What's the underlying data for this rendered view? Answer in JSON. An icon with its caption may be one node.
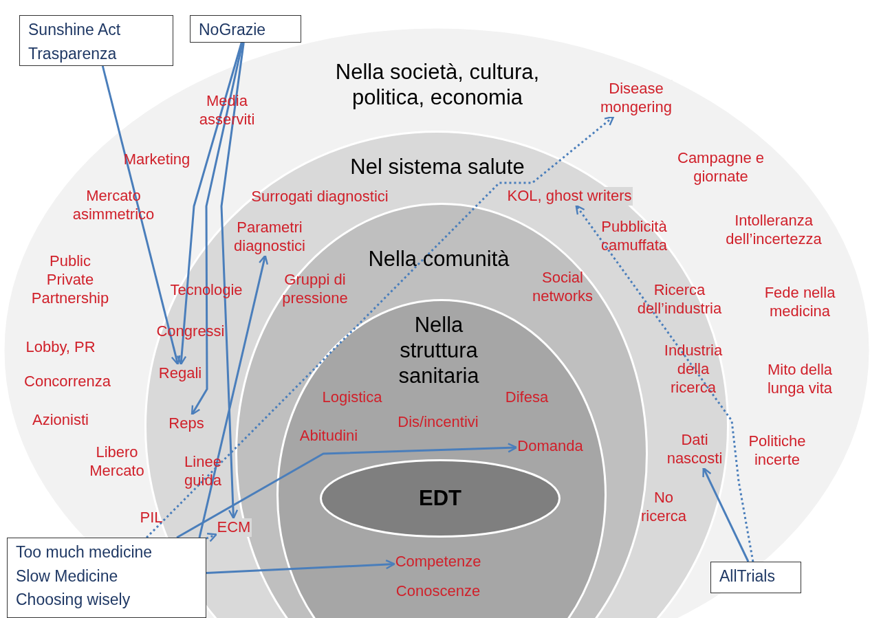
{
  "diagram": {
    "nodes": [
      {
        "text": [
          "Sunshine Act",
          "Trasparenza"
        ]
      },
      {
        "text": [
          "NoGrazie"
        ]
      },
      {
        "text": [
          "Nella società, cultura, politica, economia"
        ]
      },
      {
        "text": [
          "Nel sistema salute"
        ],
        "in": 2
      },
      {
        "text": [
          "Nella comunità"
        ],
        "in": 3
      },
      {
        "text": [
          "Nella struttura sanitaria"
        ],
        "in": 4
      },
      {
        "text": [
          "EDT"
        ],
        "in": 5
      },
      {
        "text": [
          "Disease mongering"
        ],
        "in": 2
      },
      {
        "text": [
          "KOL, ghost writers"
        ],
        "in": 3
      },
      {
        "text": [
          "Parametri diagnostici"
        ],
        "in": 3
      },
      {
        "text": [
          "Regali"
        ],
        "in": 3
      },
      {
        "text": [
          "Reps"
        ],
        "in": 3
      },
      {
        "text": [
          "ECM"
        ],
        "in": 3
      },
      {
        "text": [
          "Domanda"
        ],
        "in": 5
      },
      {
        "text": [
          "Competenze"
        ],
        "in": 5
      },
      {
        "text": [
          "Dati nascosti"
        ],
        "in": 3
      },
      {
        "text": [
          "Too much medicine",
          "Slow Medicine",
          "Choosing wisely"
        ]
      },
      {
        "text": [
          "AllTrials"
        ]
      }
    ],
    "edges": [
      {
        "from": 0,
        "to": 10,
        "arrow": "to"
      },
      {
        "from": 1,
        "to": 10,
        "arrow": "to"
      },
      {
        "from": 1,
        "to": 11,
        "arrow": "to"
      },
      {
        "from": 1,
        "to": 12,
        "arrow": "to"
      },
      {
        "from": 16,
        "to": 9,
        "arrow": "to"
      },
      {
        "from": 16,
        "to": 12,
        "arrow": "to",
        "style": "dashed"
      },
      {
        "from": 16,
        "to": 7,
        "arrow": "to",
        "style": "dashed"
      },
      {
        "from": 16,
        "to": 13,
        "arrow": "to"
      },
      {
        "from": 16,
        "to": 14,
        "arrow": "to"
      },
      {
        "from": 17,
        "to": 15,
        "arrow": "to"
      },
      {
        "from": 17,
        "to": 8,
        "arrow": "to",
        "style": "dashed"
      }
    ],
    "labels": [
      "Media asserviti",
      "Marketing",
      "Campagne e giornate",
      "Mercato asimmetrico",
      "Surrogati diagnostici",
      "Pubblicità camuffata",
      "Intolleranza dell’incertezza",
      "Public Private Partnership",
      "Tecnologie",
      "Gruppi di pressione",
      "Social networks",
      "Ricerca dell’industria",
      "Fede nella medicina",
      "Lobby, PR",
      "Congressi",
      "Industria della ricerca",
      "Concorrenza",
      "Mito della lunga vita",
      "Logistica",
      "Difesa",
      "Azionisti",
      "Dis/incentivi",
      "Abitudini",
      "Libero Mercato",
      "Linee guida",
      "Politiche incerte",
      "PIL",
      "No ricerca",
      "Conoscenze"
    ]
  }
}
